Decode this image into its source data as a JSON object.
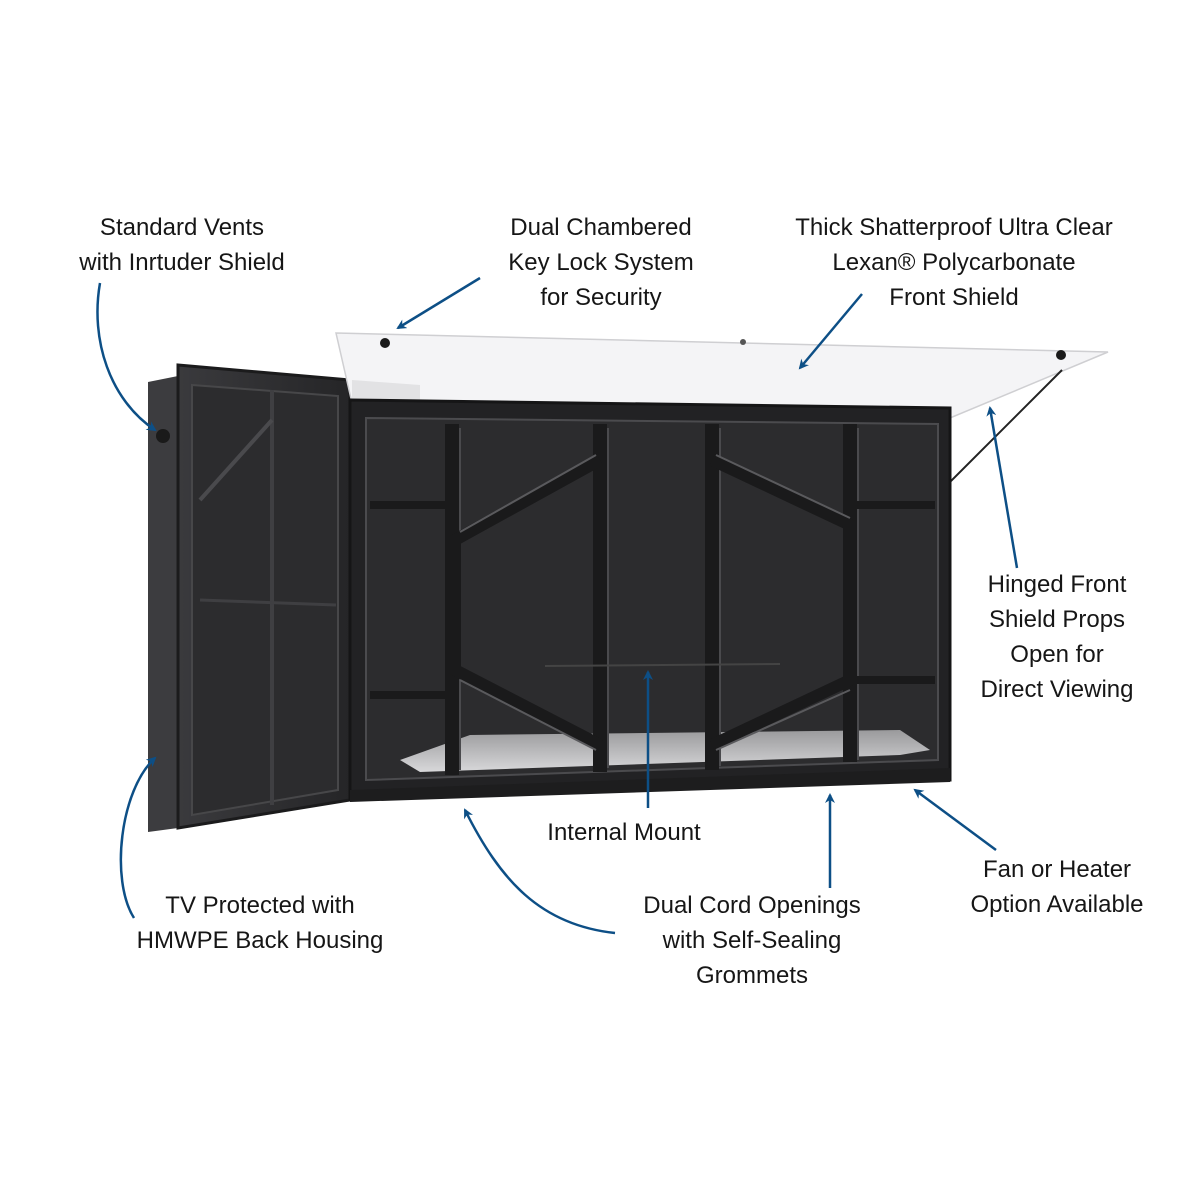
{
  "diagram": {
    "subject": "Outdoor TV enclosure",
    "arrow_color": "#0d4f86",
    "body_color": "#2a2a2c",
    "shield_color": "#f4f4f6"
  },
  "labels": {
    "vents": {
      "lines": [
        "Standard Vents",
        "with Inrtuder Shield"
      ]
    },
    "lock": {
      "lines": [
        "Dual Chambered",
        "Key Lock System",
        "for Security"
      ]
    },
    "shield": {
      "lines": [
        "Thick Shatterproof Ultra Clear",
        "Lexan® Polycarbonate",
        "Front Shield"
      ]
    },
    "hinged": {
      "lines": [
        "Hinged Front",
        "Shield Props",
        "Open for",
        "Direct Viewing"
      ]
    },
    "mount": {
      "lines": [
        "Internal Mount"
      ]
    },
    "fan": {
      "lines": [
        "Fan or Heater",
        "Option Available"
      ]
    },
    "back": {
      "lines": [
        "TV Protected with",
        "HMWPE Back Housing"
      ]
    },
    "cord": {
      "lines": [
        "Dual Cord Openings",
        "with Self-Sealing",
        "Grommets"
      ]
    }
  }
}
